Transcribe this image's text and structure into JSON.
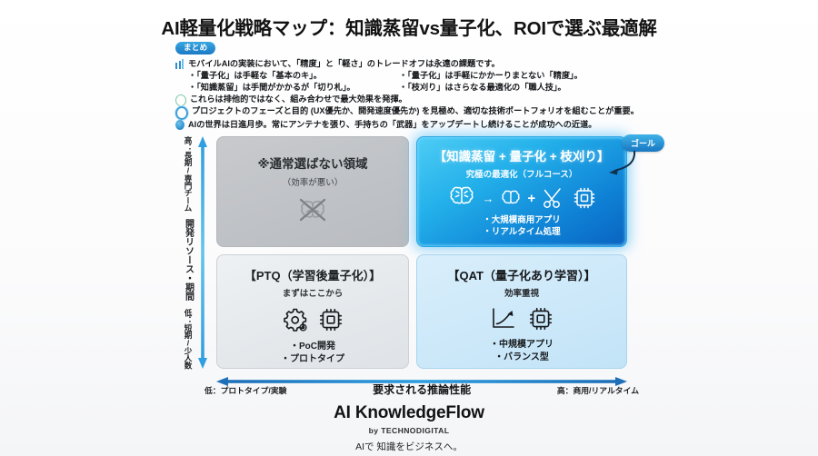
{
  "title": "AI軽量化戦略マップ：知識蒸留vs量子化、ROIで選ぶ最適解",
  "summary": {
    "badge": "まとめ",
    "line1": "モバイルAIの実装において、「精度」と「軽さ」のトレードオフは永遠の課題です。",
    "bullet_row1_left": "・「量子化」は手軽な「基本のキ」。",
    "bullet_row1_right": "・「量子化」は手軽にかかーりまとない「精度」。",
    "bullet_row2_left": "・「知識蒸留」は手間がかかるが「切り札」。",
    "bullet_row2_right": "・「枝刈り」はさらなる最適化の「職人技」。",
    "line2": "これらは排他的ではなく、組み合わせで最大効果を発揮。",
    "line3": "プロジェクトのフェーズと目的 (UX優先か、開発速度優先か) を見極め、適切な技術ポートフォリオを組むことが重要。",
    "line4": "AIの世界は日進月歩。常にアンテナを張り、手持ちの「武器」をアップデートし続けることが成功への近道。"
  },
  "matrix": {
    "top_left": {
      "title": "※通常選ばない領域",
      "subtitle": "（効率が悪い）",
      "icons": [
        "brain-crossed-out-icon"
      ]
    },
    "top_right": {
      "title": "【知識蒸留 + 量子化 + 枝刈り】",
      "subtitle": "究極の最適化（フルコース）",
      "icons": [
        "brain-large-icon",
        "arrow-right-icon",
        "brain-small-icon",
        "plus-icon",
        "scissors-icon",
        "chip-icon"
      ],
      "bullets": [
        "・大規模商用アプリ",
        "・リアルタイム処理"
      ]
    },
    "bottom_left": {
      "title": "【PTQ（学習後量子化）】",
      "subtitle": "まずはここから",
      "icons": [
        "gear-icon",
        "chip-icon"
      ],
      "bullets": [
        "・PoC開発",
        "・プロトタイプ"
      ]
    },
    "bottom_right": {
      "title": "【QAT（量子化あり学習）】",
      "subtitle": "効率重視",
      "icons": [
        "growth-chart-icon",
        "chip-icon"
      ],
      "bullets": [
        "・中規模アプリ",
        "・バランス型"
      ]
    }
  },
  "goal_badge": "ゴール",
  "axes": {
    "y_high": "高：長期/専門チーム",
    "y_title": "開発リソース・期間",
    "y_low": "低：短期/少人数",
    "x_low": "低：プロトタイプ/実験",
    "x_title": "要求される推論性能",
    "x_high": "高：商用/リアルタイム"
  },
  "footer": {
    "brand": "AI KnowledgeFlow",
    "by": "by TECHNODIGITAL",
    "tagline": "AIで 知識をビジネスへ。"
  },
  "colors": {
    "accent_blue": "#1877c2",
    "cyan": "#23b0ea",
    "goal_blue": "#1877c2",
    "gray_quad": "#bfc2c6",
    "light_blue_quad": "#cbe8f9"
  }
}
